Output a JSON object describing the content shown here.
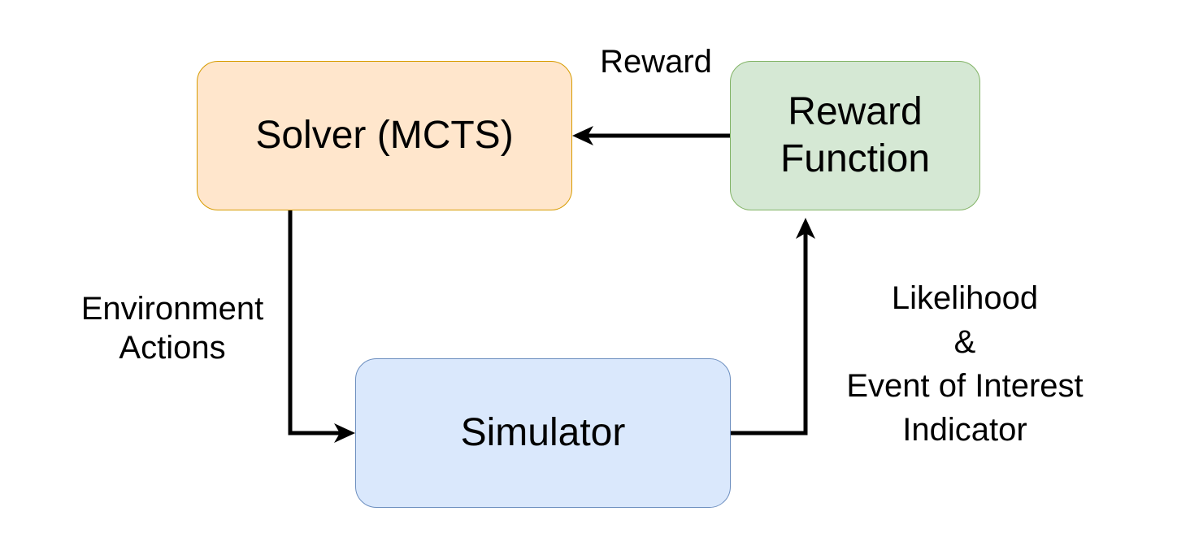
{
  "nodes": {
    "solver": {
      "label": "Solver (MCTS)",
      "fill": "#ffe6cc",
      "stroke": "#d79b00"
    },
    "reward_function": {
      "label": "Reward\nFunction",
      "fill": "#d5e8d4",
      "stroke": "#82b366"
    },
    "simulator": {
      "label": "Simulator",
      "fill": "#dae8fc",
      "stroke": "#6c8ebf"
    }
  },
  "edges": {
    "reward": {
      "label": "Reward"
    },
    "environment_actions": {
      "label": "Environment\nActions"
    },
    "likelihood": {
      "label": "Likelihood\n&\nEvent of Interest\nIndicator"
    }
  },
  "colors": {
    "arrow": "#000000"
  }
}
